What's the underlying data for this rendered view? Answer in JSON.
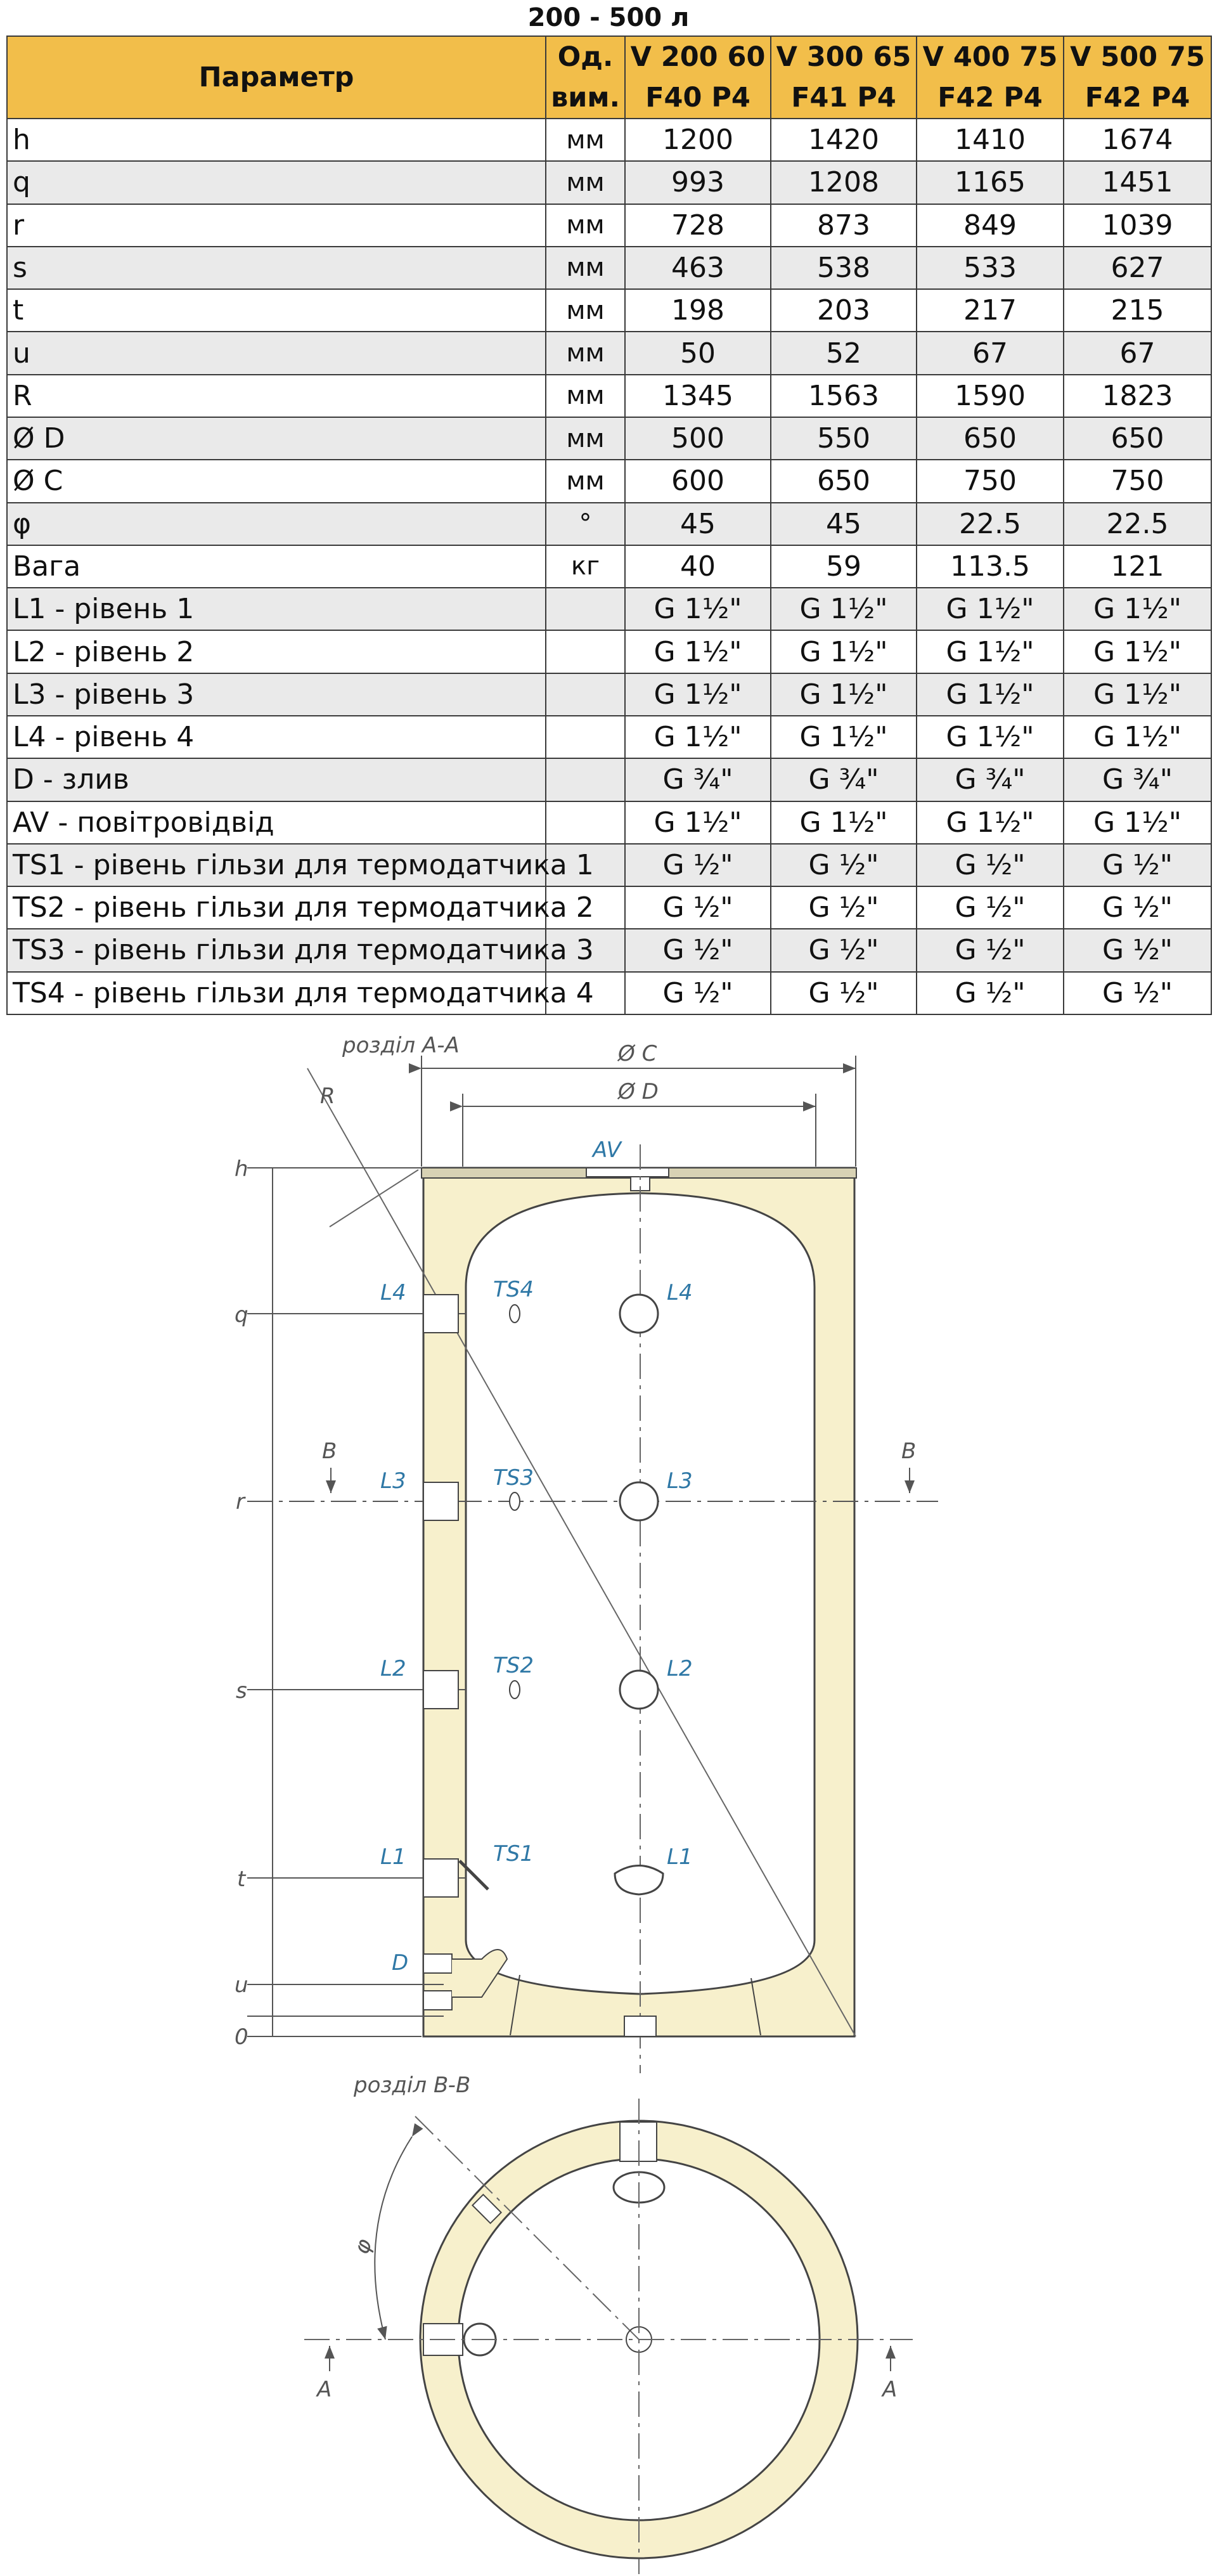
{
  "caption": "200 - 500 л",
  "table": {
    "header_param": "Параметр",
    "header_unit": [
      "Од.",
      "вим."
    ],
    "models": [
      [
        "V 200 60",
        "F40 P4"
      ],
      [
        "V 300 65",
        "F41 P4"
      ],
      [
        "V 400 75",
        "F42 P4"
      ],
      [
        "V 500 75",
        "F42 P4"
      ]
    ],
    "rows": [
      {
        "param": "h",
        "unit": "мм",
        "values": [
          "1200",
          "1420",
          "1410",
          "1674"
        ]
      },
      {
        "param": "q",
        "unit": "мм",
        "values": [
          "993",
          "1208",
          "1165",
          "1451"
        ]
      },
      {
        "param": "r",
        "unit": "мм",
        "values": [
          "728",
          "873",
          "849",
          "1039"
        ]
      },
      {
        "param": "s",
        "unit": "мм",
        "values": [
          "463",
          "538",
          "533",
          "627"
        ]
      },
      {
        "param": "t",
        "unit": "мм",
        "values": [
          "198",
          "203",
          "217",
          "215"
        ]
      },
      {
        "param": "u",
        "unit": "мм",
        "values": [
          "50",
          "52",
          "67",
          "67"
        ]
      },
      {
        "param": "R",
        "unit": "мм",
        "values": [
          "1345",
          "1563",
          "1590",
          "1823"
        ]
      },
      {
        "param": "Ø D",
        "unit": "мм",
        "values": [
          "500",
          "550",
          "650",
          "650"
        ]
      },
      {
        "param": "Ø C",
        "unit": "мм",
        "values": [
          "600",
          "650",
          "750",
          "750"
        ]
      },
      {
        "param": "φ",
        "unit": "°",
        "values": [
          "45",
          "45",
          "22.5",
          "22.5"
        ]
      },
      {
        "param": "Вага",
        "unit": "кг",
        "values": [
          "40",
          "59",
          "113.5",
          "121"
        ]
      },
      {
        "param": "L1 - рівень 1",
        "unit": "",
        "values": [
          "G 1½\"",
          "G 1½\"",
          "G 1½\"",
          "G 1½\""
        ]
      },
      {
        "param": "L2 - рівень 2",
        "unit": "",
        "values": [
          "G 1½\"",
          "G 1½\"",
          "G 1½\"",
          "G 1½\""
        ]
      },
      {
        "param": "L3 - рівень 3",
        "unit": "",
        "values": [
          "G 1½\"",
          "G 1½\"",
          "G 1½\"",
          "G 1½\""
        ]
      },
      {
        "param": "L4 - рівень 4",
        "unit": "",
        "values": [
          "G 1½\"",
          "G 1½\"",
          "G 1½\"",
          "G 1½\""
        ]
      },
      {
        "param": "D - злив",
        "unit": "",
        "values": [
          "G ¾\"",
          "G ¾\"",
          "G ¾\"",
          "G ¾\""
        ]
      },
      {
        "param": "AV - повітровідвід",
        "unit": "",
        "values": [
          "G 1½\"",
          "G 1½\"",
          "G 1½\"",
          "G 1½\""
        ]
      },
      {
        "param": "TS1 -  рівень гільзи для термодатчика 1",
        "unit": "",
        "values": [
          "G ½\"",
          "G ½\"",
          "G ½\"",
          "G ½\""
        ]
      },
      {
        "param": "TS2 -  рівень гільзи для термодатчика 2",
        "unit": "",
        "values": [
          "G ½\"",
          "G ½\"",
          "G ½\"",
          "G ½\""
        ]
      },
      {
        "param": "TS3 -  рівень гільзи для термодатчика 3",
        "unit": "",
        "values": [
          "G ½\"",
          "G ½\"",
          "G ½\"",
          "G ½\""
        ]
      },
      {
        "param": "TS4 -  рівень гільзи для термодатчика 4",
        "unit": "",
        "values": [
          "G ½\"",
          "G ½\"",
          "G ½\"",
          "G ½\""
        ]
      }
    ]
  },
  "drawing": {
    "section_aa": "розділ A-A",
    "section_bb": "розділ B-B",
    "dim_c": "Ø C",
    "dim_d": "Ø D",
    "radius": "R",
    "av": "AV",
    "levels": [
      "h",
      "q",
      "r",
      "s",
      "t",
      "u",
      "0"
    ],
    "ports_left": [
      "L4",
      "L3",
      "L2",
      "L1"
    ],
    "sensors": [
      "TS4",
      "TS3",
      "TS2",
      "TS1"
    ],
    "ports_center": [
      "L4",
      "L3",
      "L2",
      "L1"
    ],
    "drain": "D",
    "cut_b": "B",
    "cut_a": "A",
    "angle": "φ"
  },
  "colors": {
    "header_bg": "#f2be4a",
    "row_alt": "#eaeaea",
    "insulation": "#f7f0cc",
    "label_blue": "#2f78a6"
  }
}
